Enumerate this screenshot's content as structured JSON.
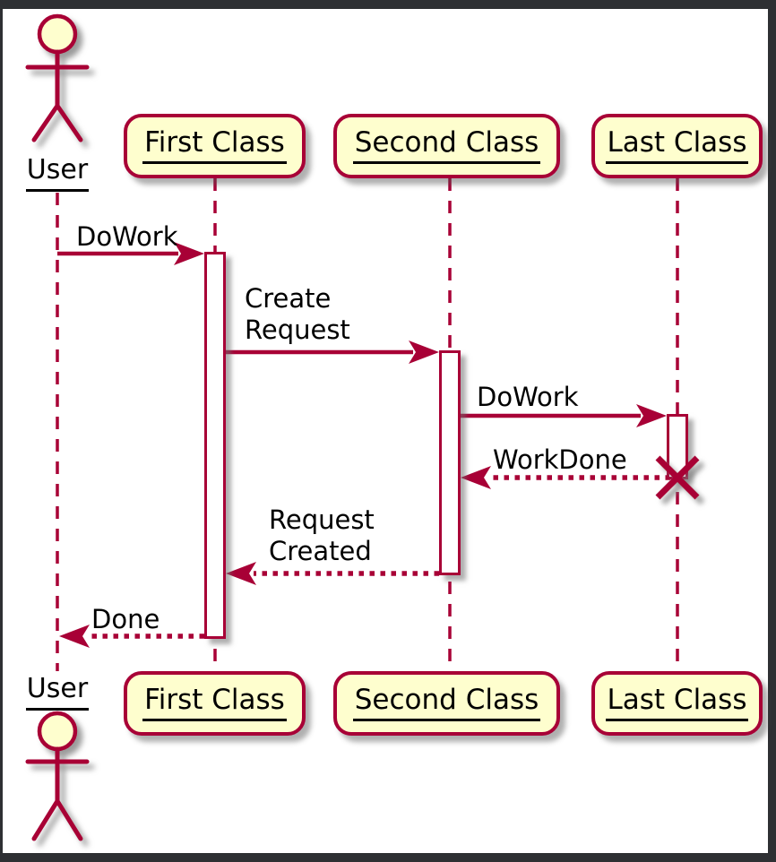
{
  "diagram_type": "uml-sequence",
  "colors": {
    "accent": "#a80036",
    "participant_fill": "#fefece",
    "frame": "#2e3033",
    "canvas": "#ffffff",
    "text": "#000000"
  },
  "actor": {
    "label": "User"
  },
  "participants": [
    {
      "label": "First Class"
    },
    {
      "label": "Second Class"
    },
    {
      "label": "Last Class"
    }
  ],
  "messages": [
    {
      "lines": [
        "DoWork"
      ],
      "from": "User",
      "to": "First Class",
      "style": "solid"
    },
    {
      "lines": [
        "Create",
        "Request"
      ],
      "from": "First Class",
      "to": "Second Class",
      "style": "solid"
    },
    {
      "lines": [
        "DoWork"
      ],
      "from": "Second Class",
      "to": "Last Class",
      "style": "solid"
    },
    {
      "lines": [
        "WorkDone"
      ],
      "from": "Last Class",
      "to": "Second Class",
      "style": "dotted"
    },
    {
      "lines": [
        "Request",
        "Created"
      ],
      "from": "Second Class",
      "to": "First Class",
      "style": "dotted"
    },
    {
      "lines": [
        "Done"
      ],
      "from": "First Class",
      "to": "User",
      "style": "dotted"
    }
  ],
  "lifecycle": {
    "destroyed_participant": "Last Class"
  }
}
